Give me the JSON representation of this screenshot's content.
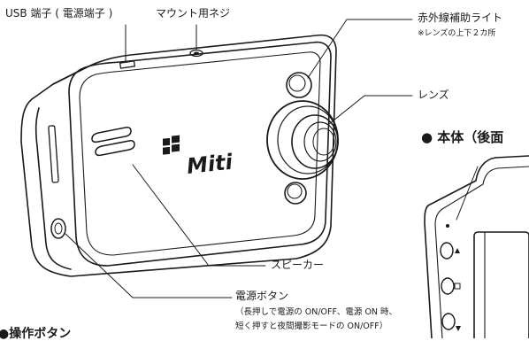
{
  "labels": {
    "usb_port": "USB 端子 ( 電源端子 )",
    "mount_screw": "マウント用ネジ",
    "ir_light": "赤外線補助ライト",
    "ir_light_note": "※レンズの上下２カ所",
    "lens": "レンズ",
    "speaker": "スピーカー",
    "power_button": "電源ボタン",
    "power_desc_1": "（長押しで電源の ON/OFF、電源 ON 時、",
    "power_desc_2": "短く押すと夜間撮影モードの ON/OFF）"
  },
  "sections": {
    "body_back": "● 本体（後面",
    "operation_buttons": "●操作ボタン"
  },
  "brand": {
    "logo_text": "Miti"
  },
  "colors": {
    "line": "#1a1a1a",
    "background": "#ffffff"
  }
}
